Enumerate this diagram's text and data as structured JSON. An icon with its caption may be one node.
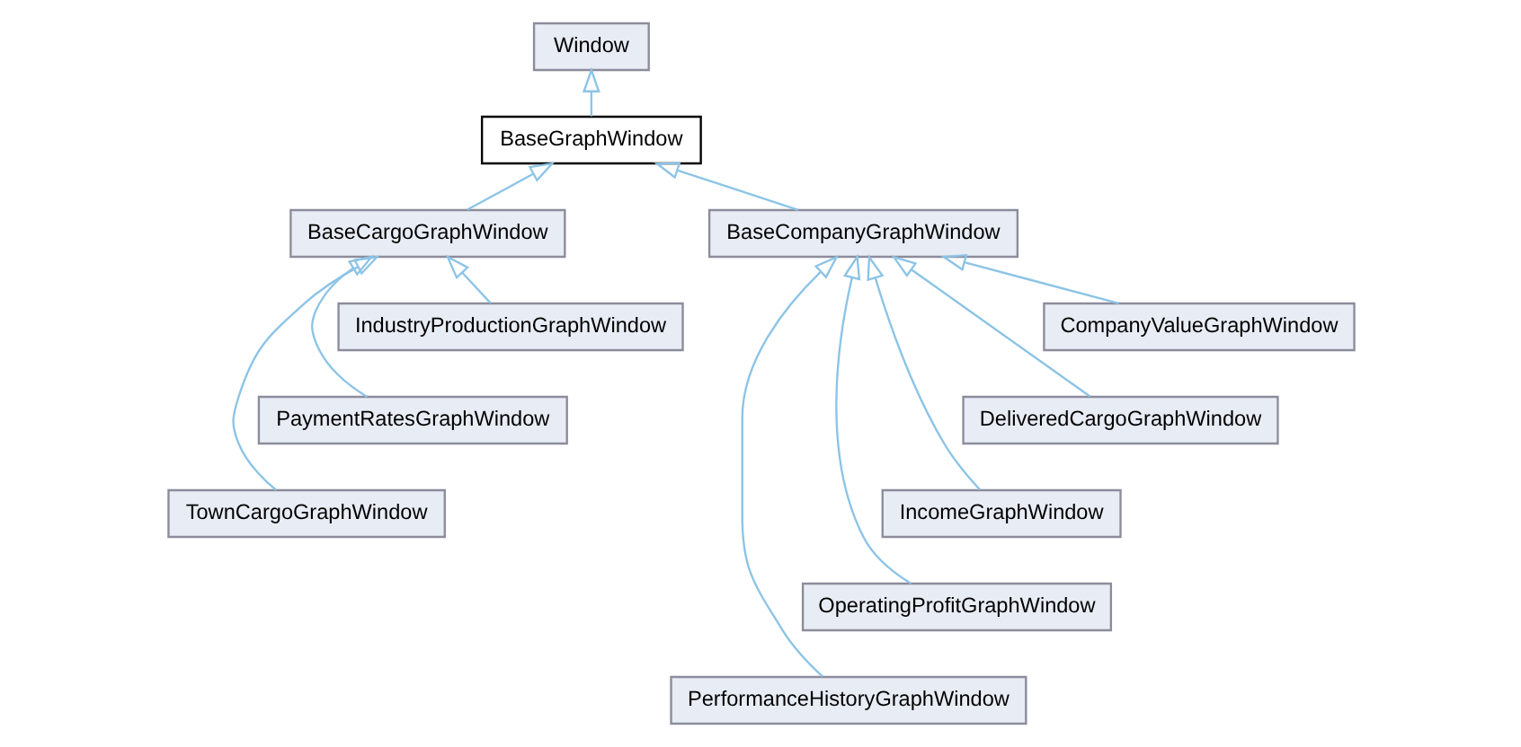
{
  "diagram": {
    "nodes": [
      {
        "text": [
          "Window"
        ]
      },
      {
        "text": [
          "BaseGraphWindow"
        ]
      },
      {
        "text": [
          "BaseCargoGraphWindow"
        ]
      },
      {
        "text": [
          "BaseCompanyGraphWindow"
        ]
      },
      {
        "text": [
          "IndustryProductionGraphWindow"
        ]
      },
      {
        "text": [
          "PaymentRatesGraphWindow"
        ]
      },
      {
        "text": [
          "TownCargoGraphWindow"
        ]
      },
      {
        "text": [
          "CompanyValueGraphWindow"
        ]
      },
      {
        "text": [
          "DeliveredCargoGraphWindow"
        ]
      },
      {
        "text": [
          "IncomeGraphWindow"
        ]
      },
      {
        "text": [
          "OperatingProfitGraphWindow"
        ]
      },
      {
        "text": [
          "PerformanceHistoryGraphWindow"
        ]
      }
    ],
    "edges": [
      {
        "from": 1,
        "to": 0,
        "arrow": "to"
      },
      {
        "from": 2,
        "to": 1,
        "arrow": "to"
      },
      {
        "from": 3,
        "to": 1,
        "arrow": "to"
      },
      {
        "from": 4,
        "to": 2,
        "arrow": "to"
      },
      {
        "from": 5,
        "to": 2,
        "arrow": "to"
      },
      {
        "from": 6,
        "to": 2,
        "arrow": "to"
      },
      {
        "from": 7,
        "to": 3,
        "arrow": "to"
      },
      {
        "from": 8,
        "to": 3,
        "arrow": "to"
      },
      {
        "from": 9,
        "to": 3,
        "arrow": "to"
      },
      {
        "from": 10,
        "to": 3,
        "arrow": "to"
      },
      {
        "from": 11,
        "to": 3,
        "arrow": "to"
      }
    ]
  }
}
